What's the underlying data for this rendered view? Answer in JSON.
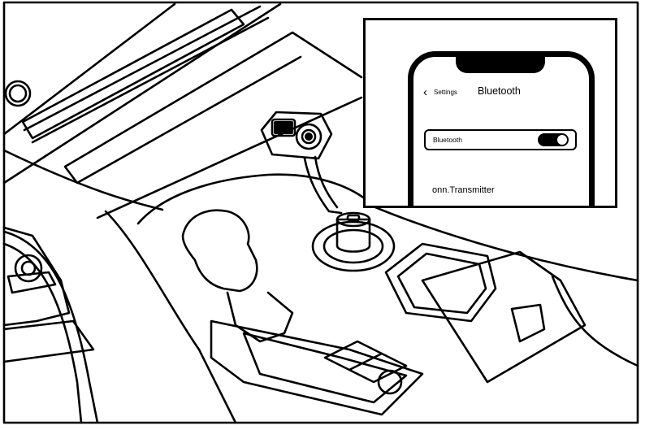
{
  "phone_screen": {
    "back_label": "Settings",
    "title": "Bluetooth",
    "toggle_label": "Bluetooth",
    "toggle_state": "on",
    "device_name": "onn.Transmitter"
  },
  "icons": {
    "back": "chevron-left-icon",
    "toggle": "toggle-switch-icon"
  },
  "colors": {
    "line": "#000000",
    "background": "#ffffff"
  }
}
